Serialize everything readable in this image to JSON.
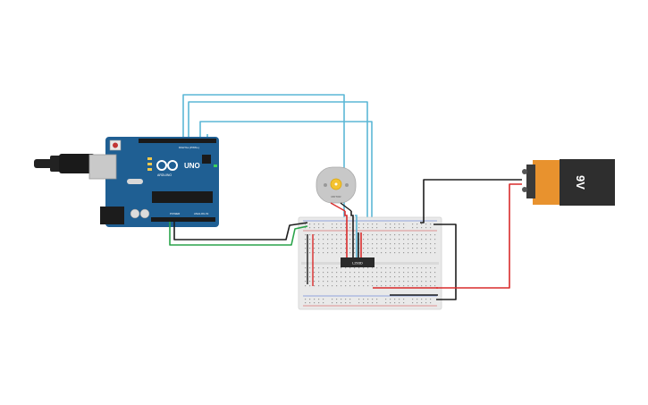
{
  "arduino": {
    "brand": "ARDUINO",
    "model": "UNO",
    "digital_header_label": "DIGITAL (PWM~)",
    "power_header_label": "POWER",
    "analog_header_label": "ANALOG IN",
    "board_color": "#1f5f93",
    "usb_color": "#c9c9c9"
  },
  "motor": {
    "label": "MOTOR",
    "body_color": "#c8c8c8"
  },
  "driver_chip": {
    "label": "L293D",
    "color": "#2b2b2b"
  },
  "battery": {
    "label": "9V",
    "body_color": "#2e2e2e",
    "cap_color": "#e8922e"
  },
  "breadboard": {
    "color": "#e9e9e9",
    "rail_positive_color": "#d23a3a",
    "rail_negative_color": "#3a5fd2"
  },
  "wires": {
    "signal_color": "#5bb7d6",
    "ground_color": "#1e1e1e",
    "power_color": "#d92b2b",
    "arduino_gnd_color": "#2aa44a"
  }
}
